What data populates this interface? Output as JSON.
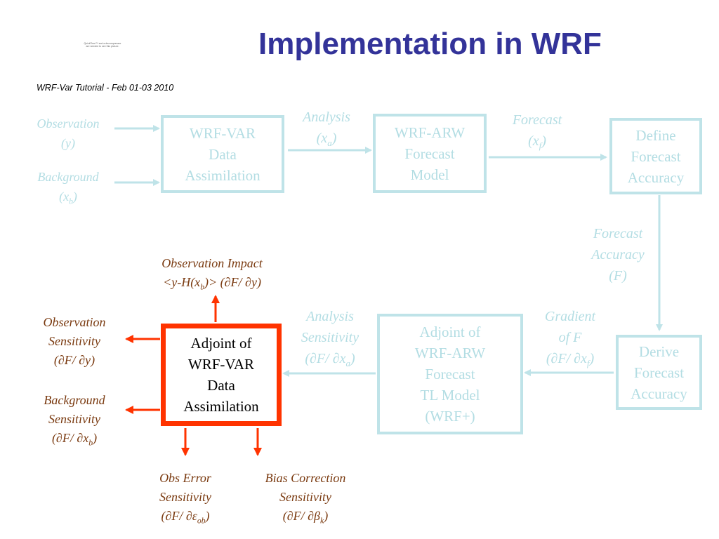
{
  "title": "Implementation in WRF",
  "subtitle": "WRF-Var Tutorial - Feb 01-03 2010",
  "logo_text": "QuickTime™ and a decompressor are needed to see this picture.",
  "boxes": {
    "wrfvar_da": [
      "WRF-VAR",
      "Data",
      "Assimilation"
    ],
    "wrf_arw": [
      "WRF-ARW",
      "Forecast",
      "Model"
    ],
    "define_accuracy": [
      "Define",
      "Forecast",
      "Accuracy"
    ],
    "derive_accuracy": [
      "Derive",
      "Forecast",
      "Accuracy"
    ],
    "adjoint_wrf": [
      "Adjoint of",
      "WRF-ARW",
      "Forecast",
      "TL Model",
      "(WRF+)"
    ],
    "adjoint_var": [
      "Adjoint of",
      "WRF-VAR",
      "Data",
      "Assimilation"
    ]
  },
  "labels": {
    "observation": {
      "line1": "Observation",
      "line2": "(y)"
    },
    "background": {
      "line1": "Background",
      "line2_pre": "(x",
      "line2_sub": "b",
      "line2_post": ")"
    },
    "analysis": {
      "line1": "Analysis",
      "line2_pre": "(x",
      "line2_sub": "a",
      "line2_post": ")"
    },
    "forecast": {
      "line1": "Forecast",
      "line2_pre": "(x",
      "line2_sub": "f",
      "line2_post": ")"
    },
    "forecast_accuracy": {
      "line1": "Forecast",
      "line2": "Accuracy",
      "line3": "(F)"
    },
    "gradient": {
      "line1": "Gradient",
      "line2": "of F",
      "line3_pre": "(∂F/ ∂x",
      "line3_sub": "f",
      "line3_post": ")"
    },
    "analysis_sensitivity": {
      "line1": "Analysis",
      "line2": "Sensitivity",
      "line3_pre": "(∂F/ ∂x",
      "line3_sub": "a",
      "line3_post": ")"
    },
    "obs_impact": {
      "line1": "Observation Impact",
      "line2_pre": "<y-H(x",
      "line2_sub": "b",
      "line2_post": ")> (∂F/ ∂y)"
    },
    "obs_sensitivity": {
      "line1": "Observation",
      "line2": "Sensitivity",
      "line3": "(∂F/ ∂y)"
    },
    "bg_sensitivity": {
      "line1": "Background",
      "line2": "Sensitivity",
      "line3_pre": "(∂F/ ∂x",
      "line3_sub": "b",
      "line3_post": ")"
    },
    "obs_error_sensitivity": {
      "line1": "Obs Error",
      "line2": "Sensitivity",
      "line3_pre": "(∂F/ ∂ε",
      "line3_sub": "ob",
      "line3_post": ")"
    },
    "bias_sensitivity": {
      "line1": "Bias Correction",
      "line2": "Sensitivity",
      "line3_pre": "(∂F/ ∂β",
      "line3_sub": "k",
      "line3_post": ")"
    }
  },
  "colors": {
    "title": "#333399",
    "box_border": "#bfe3e8",
    "light_text": "#b3dde3",
    "dark_label": "#7a3a10",
    "highlight": "#ff3300"
  }
}
